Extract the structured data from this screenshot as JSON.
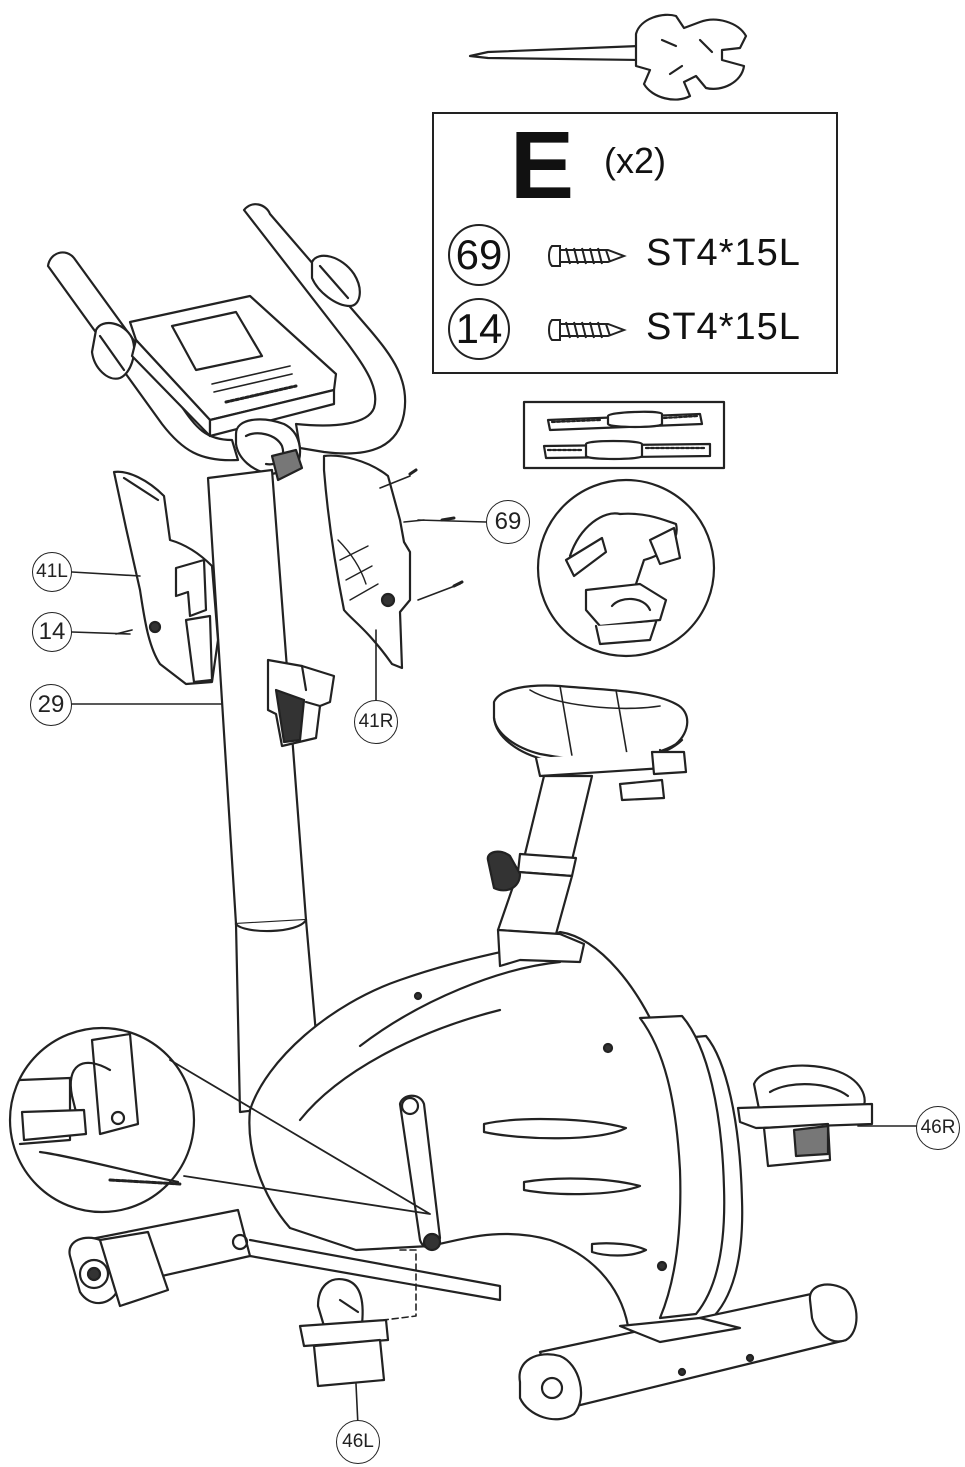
{
  "hardware_kit": {
    "letter": "E",
    "quantity": "(x2)",
    "items": [
      {
        "part": "69",
        "spec": "ST4*15L"
      },
      {
        "part": "14",
        "spec": "ST4*15L"
      }
    ]
  },
  "callouts": {
    "c41L": "41L",
    "c14": "14",
    "c29": "29",
    "c69": "69",
    "c41R": "41R",
    "c46R": "46R",
    "c46L": "46L"
  }
}
